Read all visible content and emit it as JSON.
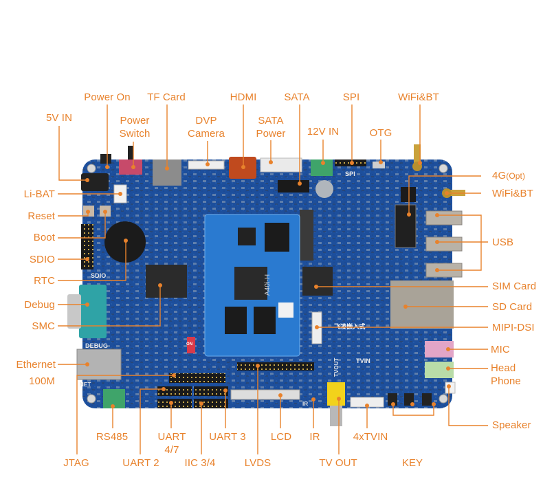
{
  "diagram": {
    "board": {
      "som_chip_label": "A40i-H",
      "silkscreen": {
        "sdio": "SDIO",
        "debug": "DEBUG",
        "spi": "SPI",
        "tvin": "TVIN",
        "tvout": "TVOUT",
        "ir": "IR",
        "net": "NET",
        "on": "ON",
        "brand": "飞凌嵌入式"
      }
    },
    "callouts": {
      "top": [
        {
          "id": "power-on",
          "label": "Power On"
        },
        {
          "id": "tf-card",
          "label": "TF Card"
        },
        {
          "id": "hdmi",
          "label": "HDMI"
        },
        {
          "id": "sata",
          "label": "SATA"
        },
        {
          "id": "spi",
          "label": "SPI"
        },
        {
          "id": "wifi-bt-top",
          "label": "WiFi&BT"
        },
        {
          "id": "5v-in",
          "label": "5V IN"
        },
        {
          "id": "power-switch",
          "label": "Power\nSwitch"
        },
        {
          "id": "dvp-camera",
          "label": "DVP\nCamera"
        },
        {
          "id": "sata-power",
          "label": "SATA\nPower"
        },
        {
          "id": "12v-in",
          "label": "12V IN"
        },
        {
          "id": "otg",
          "label": "OTG"
        }
      ],
      "left": [
        {
          "id": "li-bat",
          "label": "Li-BAT"
        },
        {
          "id": "reset",
          "label": "Reset"
        },
        {
          "id": "boot",
          "label": "Boot"
        },
        {
          "id": "sdio",
          "label": "SDIO"
        },
        {
          "id": "rtc",
          "label": "RTC"
        },
        {
          "id": "debug",
          "label": "Debug"
        },
        {
          "id": "smc",
          "label": "SMC"
        },
        {
          "id": "ethernet",
          "label": "Ethernet"
        },
        {
          "id": "ethernet-speed",
          "label": "100M"
        }
      ],
      "right": [
        {
          "id": "4g",
          "label": "4G",
          "suffix": "(Opt)"
        },
        {
          "id": "wifi-bt-right",
          "label": "WiFi&BT"
        },
        {
          "id": "usb",
          "label": "USB"
        },
        {
          "id": "sim-card",
          "label": "SIM Card"
        },
        {
          "id": "sd-card",
          "label": "SD Card"
        },
        {
          "id": "mipi-dsi",
          "label": "MIPI-DSI"
        },
        {
          "id": "mic",
          "label": "MIC"
        },
        {
          "id": "headphone",
          "label": "Head\nPhone"
        },
        {
          "id": "speaker",
          "label": "Speaker"
        }
      ],
      "bottom": [
        {
          "id": "rs485",
          "label": "RS485"
        },
        {
          "id": "uart-4-7",
          "label": "UART\n4/7"
        },
        {
          "id": "uart-3",
          "label": "UART 3"
        },
        {
          "id": "lcd",
          "label": "LCD"
        },
        {
          "id": "ir",
          "label": "IR"
        },
        {
          "id": "4xtvin",
          "label": "4xTVIN"
        },
        {
          "id": "jtag",
          "label": "JTAG"
        },
        {
          "id": "uart-2",
          "label": "UART 2"
        },
        {
          "id": "iic-3-4",
          "label": "IIC 3/4"
        },
        {
          "id": "lvds",
          "label": "LVDS"
        },
        {
          "id": "tv-out",
          "label": "TV OUT"
        },
        {
          "id": "key",
          "label": "KEY"
        }
      ]
    },
    "colors": {
      "accent": "#e8822c",
      "pcb": "#1d4f9c",
      "som": "#2a7ad0"
    }
  }
}
